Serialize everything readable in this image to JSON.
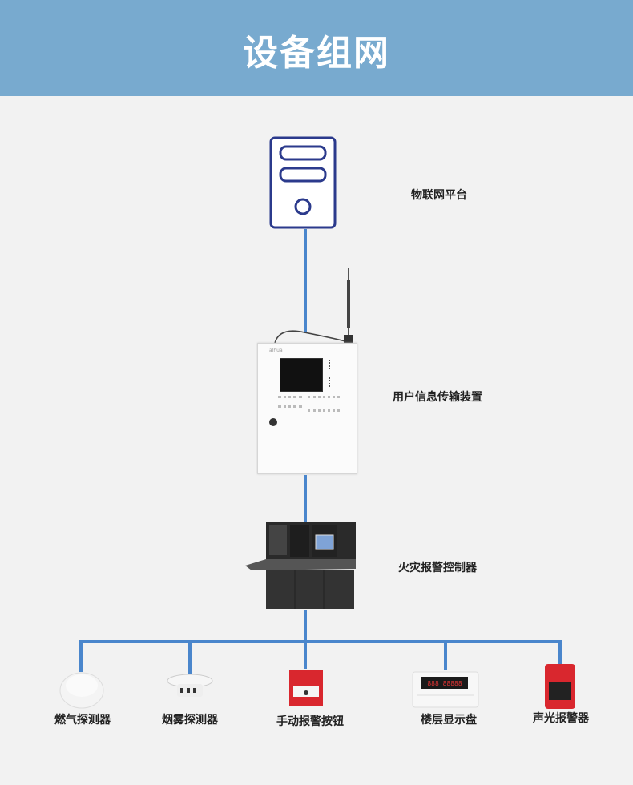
{
  "header": {
    "title": "设备组网"
  },
  "nodes": {
    "platform": "物联网平台",
    "transmitter": "用户信息传输装置",
    "controller": "火灾报警控制器"
  },
  "devices": [
    {
      "label": "燃气探测器",
      "icon": "gas-detector-icon"
    },
    {
      "label": "烟雾探测器",
      "icon": "smoke-detector-icon"
    },
    {
      "label": "手动报警按钮",
      "icon": "manual-alarm-button-icon"
    },
    {
      "label": "楼层显示盘",
      "icon": "floor-display-panel-icon"
    },
    {
      "label": "声光报警器",
      "icon": "sound-light-alarm-icon"
    }
  ],
  "colors": {
    "header": "#78aacf",
    "link": "#4a86cc",
    "server_stroke": "#2b3a8c",
    "alarm_red": "#d9272e"
  }
}
